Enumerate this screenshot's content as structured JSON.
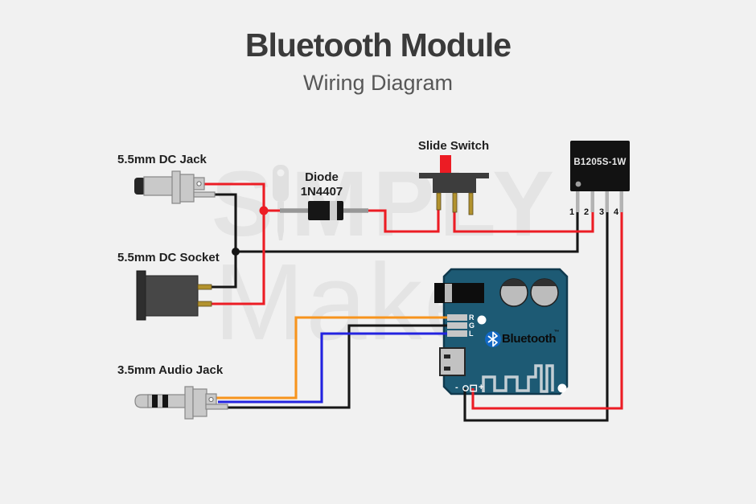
{
  "header": {
    "title": "Bluetooth Module",
    "subtitle": "Wiring Diagram"
  },
  "watermark": {
    "word_top_prefix": "S",
    "word_top_suffix": "MPLY",
    "word_bottom": "Maker"
  },
  "labels": {
    "dc_jack": "5.5mm DC Jack",
    "diode_line1": "Diode",
    "diode_line2": "1N4407",
    "slide_switch": "Slide Switch",
    "dc_socket": "5.5mm DC Socket",
    "audio_jack": "3.5mm Audio Jack",
    "converter": "B1205S-1W",
    "converter_pins": [
      "1",
      "2",
      "3",
      "4"
    ]
  },
  "module": {
    "channels": [
      "R",
      "G",
      "L"
    ],
    "brand": "Bluetooth",
    "trademark": "™",
    "minus": "-",
    "plus": "+"
  },
  "colors": {
    "background": "#f1f1f1",
    "title": "#3a3a3a",
    "subtitle": "#575757",
    "label": "#1f1f1f",
    "wire_red": "#ec1c24",
    "wire_black": "#161616",
    "wire_orange": "#f7941d",
    "wire_blue": "#2323e0",
    "lead_gray": "#979797",
    "pin_gold": "#b2922e",
    "component_dark": "#3d3d3d",
    "metal_gray": "#c9c9c9",
    "board": "#1d5a74",
    "board_border": "#10394d",
    "trace": "#c3ced4",
    "logo_blue": "#1268c4",
    "silk": "#ffffff",
    "watermark": "#e4e4e4"
  }
}
